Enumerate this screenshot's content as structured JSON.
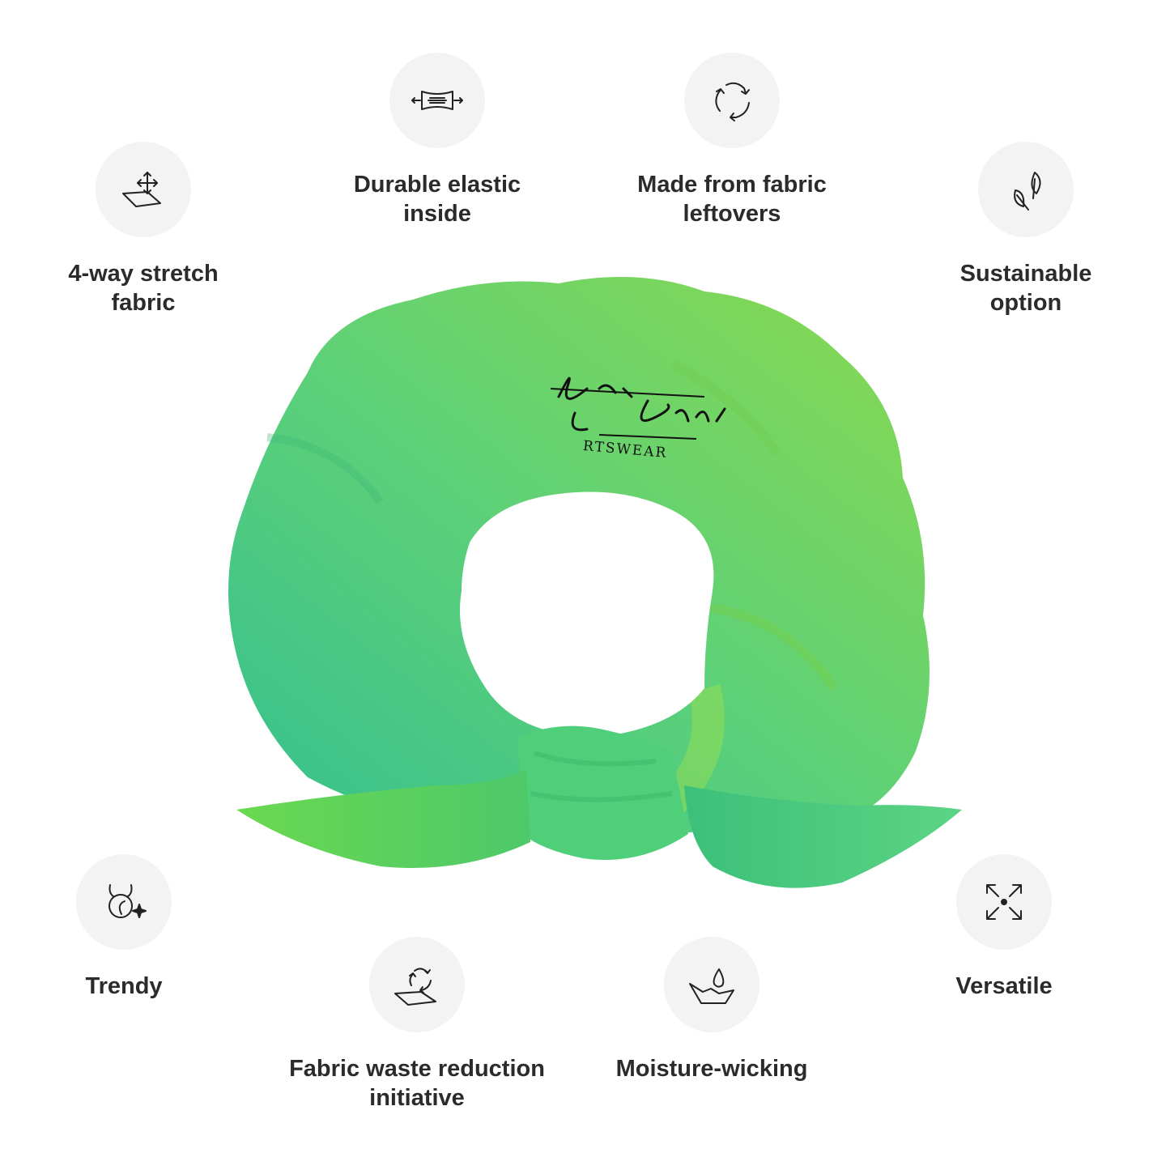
{
  "features": {
    "stretch": {
      "icon": "four-way-arrows-fabric-icon",
      "line1": "4-way stretch",
      "line2": "fabric"
    },
    "elastic": {
      "icon": "elastic-band-arrows-icon",
      "line1": "Durable elastic",
      "line2": "inside"
    },
    "leftovers": {
      "icon": "recycle-arrows-icon",
      "line1": "Made from fabric",
      "line2": "leftovers"
    },
    "sustainable": {
      "icon": "leaves-icon",
      "line1": "Sustainable",
      "line2": "option"
    },
    "trendy": {
      "icon": "trendy-sparkle-icon",
      "line1": "Trendy",
      "line2": ""
    },
    "waste": {
      "icon": "fabric-recycle-icon",
      "line1": "Fabric waste reduction",
      "line2": "initiative"
    },
    "moisture": {
      "icon": "fabric-water-drop-icon",
      "line1": "Moisture-wicking",
      "line2": ""
    },
    "versatile": {
      "icon": "expand-arrows-icon",
      "line1": "Versatile",
      "line2": ""
    }
  },
  "product": {
    "brand_script": "New Orchid",
    "brand_sub": "RTSWEAR",
    "colors": {
      "light_green": "#7ed957",
      "mid_green": "#56cc6e",
      "teal_green": "#3cc08a",
      "lime": "#8fdc3a"
    }
  }
}
